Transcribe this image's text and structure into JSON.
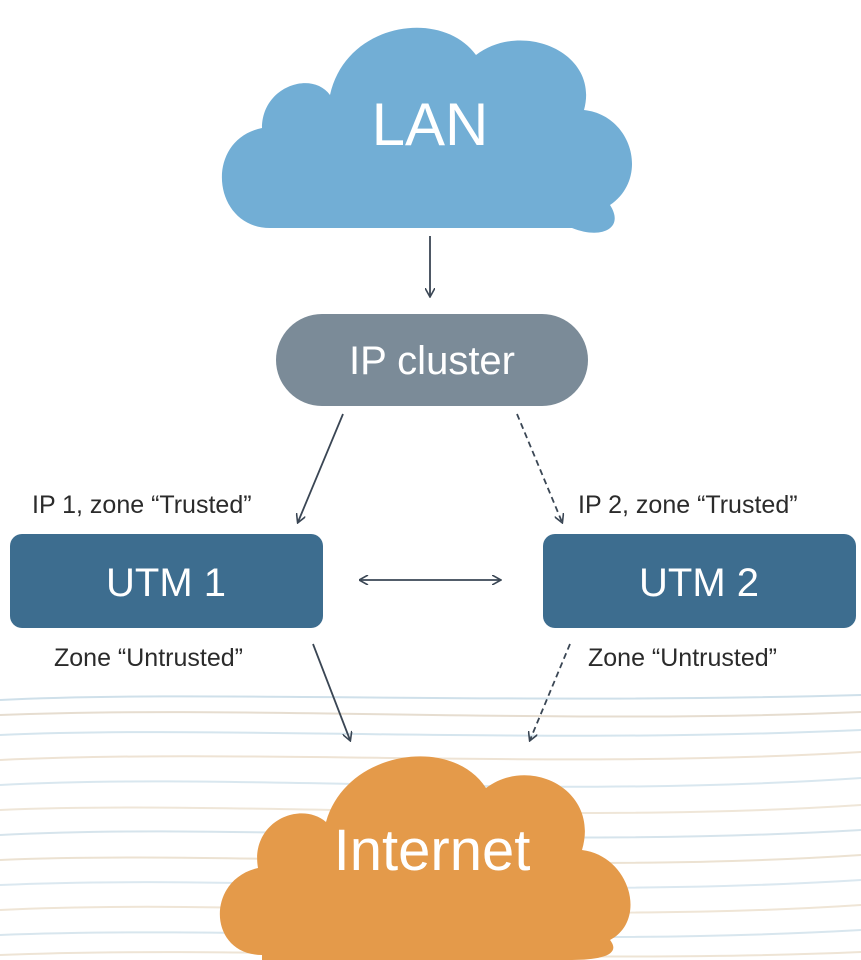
{
  "nodes": {
    "lan": {
      "label": "LAN"
    },
    "ip_cluster": {
      "label": "IP cluster"
    },
    "utm1": {
      "label": "UTM 1"
    },
    "utm2": {
      "label": "UTM 2"
    },
    "internet": {
      "label": "Internet"
    }
  },
  "labels": {
    "utm1_trusted": "IP 1, zone “Trusted”",
    "utm2_trusted": "IP 2, zone “Trusted”",
    "utm1_untrusted": "Zone “Untrusted”",
    "utm2_untrusted": "Zone “Untrusted”"
  },
  "edges": [
    {
      "from": "lan",
      "to": "ip_cluster",
      "style": "solid"
    },
    {
      "from": "ip_cluster",
      "to": "utm1",
      "style": "solid"
    },
    {
      "from": "ip_cluster",
      "to": "utm2",
      "style": "dashed"
    },
    {
      "from": "utm1",
      "to": "utm2",
      "style": "solid",
      "bidirectional": true
    },
    {
      "from": "utm1",
      "to": "internet",
      "style": "solid"
    },
    {
      "from": "utm2",
      "to": "internet",
      "style": "dashed"
    }
  ],
  "colors": {
    "lan_cloud": "#72aed5",
    "ip_cluster": "#7b8b98",
    "utm_box": "#3d6d8f",
    "internet_cloud": "#e49a4a",
    "arrow": "#3a4654",
    "label_text": "#2b2b2b",
    "node_text": "#ffffff"
  }
}
